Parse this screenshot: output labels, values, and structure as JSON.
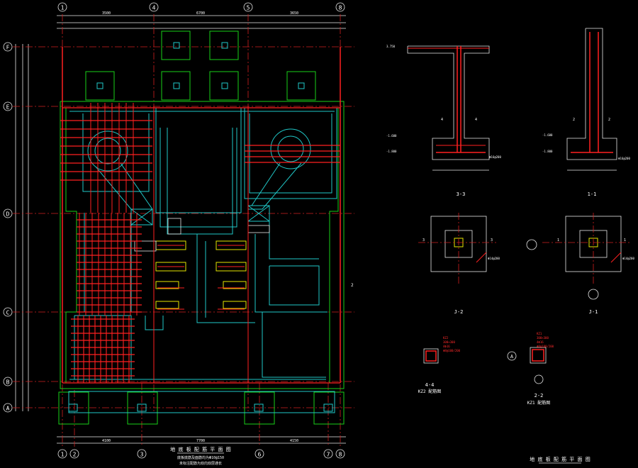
{
  "colors": {
    "background": "#000000",
    "wall": "#18d018",
    "hatch": "#20c8c8",
    "rebar": "#ff2020",
    "dim": "#e8e8e8",
    "column": "#ffd400"
  },
  "grid_top": [
    "1",
    "4",
    "5",
    "8"
  ],
  "grid_bottom": [
    "1",
    "2",
    "3",
    "6",
    "7",
    "8"
  ],
  "grid_left": [
    "F",
    "E",
    "D",
    "C",
    "B",
    "A"
  ],
  "dims_top": [
    "3500",
    "6700",
    "3650"
  ],
  "dims_bottom": [
    "4100",
    "7700",
    "4150"
  ],
  "plan_title": "地 底 板 配 筋 平 面 图",
  "plan_notes": [
    "底板底筋及面筋均为Φ10@150",
    "未标注配筋为双向双层通长"
  ],
  "right_title": "地 底 板 配 筋 平 面 图",
  "sections": {
    "s33": {
      "label": "3-3",
      "marks": [
        "3.750",
        "-1.600",
        "-1.800",
        "Φ16@200"
      ]
    },
    "s11": {
      "label": "1-1",
      "marks": [
        "-1.600",
        "-1.800",
        "Φ16@200"
      ]
    },
    "j2": {
      "label": "J-2",
      "mark": "Φ14@200"
    },
    "j1": {
      "label": "J-1",
      "mark": "Φ14@200"
    },
    "kz2": {
      "label": "4-4",
      "sub": "KZ2 配筋图",
      "lines": [
        "KZ2",
        "300×300",
        "4Φ16",
        "Φ8@100/200"
      ]
    },
    "kz1": {
      "label": "2-2",
      "sub": "KZ1 配筋图",
      "lines": [
        "KZ1",
        "300×300",
        "4Φ16",
        "Φ8@100/200"
      ]
    }
  },
  "section_marks": [
    "4",
    "4",
    "2",
    "2",
    "3",
    "3",
    "1",
    "1",
    "2"
  ]
}
